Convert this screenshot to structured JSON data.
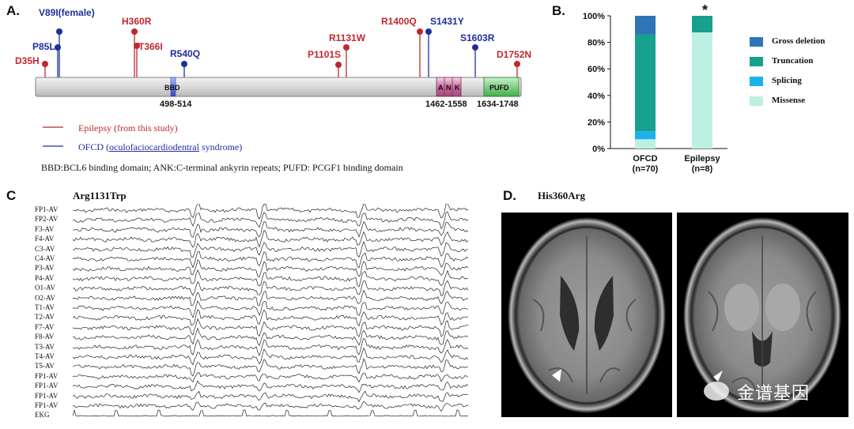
{
  "panel_a": {
    "letter": "A.",
    "mutations_top": [
      {
        "label": "V89I(female)",
        "color": "#1f2f9a"
      },
      {
        "label": "H360R",
        "color": "#c0282d"
      },
      {
        "label": "R1400Q",
        "color": "#c0282d"
      },
      {
        "label": "S1431Y",
        "color": "#1f2f9a"
      },
      {
        "label": "P85L",
        "color": "#1f2f9a"
      },
      {
        "label": "T366I",
        "color": "#c0282d"
      },
      {
        "label": "R1131W",
        "color": "#c0282d"
      },
      {
        "label": "S1603R",
        "color": "#1f2f9a"
      },
      {
        "label": "D35H",
        "color": "#c0282d"
      },
      {
        "label": "R540Q",
        "color": "#1f2f9a"
      },
      {
        "label": "P1101S",
        "color": "#c0282d"
      },
      {
        "label": "D1752N",
        "color": "#c0282d"
      }
    ],
    "domains": {
      "bbd": "BBD",
      "ank_a": "A",
      "ank_n": "N",
      "ank_k": "K",
      "pufd": "PUFD"
    },
    "ranges": {
      "bbd": "498-514",
      "ank": "1462-1558",
      "pufd": "1634-1748"
    },
    "legend": {
      "epilepsy": "Epilepsy (from this study)",
      "ofcd_prefix": "OFCD (",
      "ofcd_link": "oculofaciocardiodentral",
      "ofcd_suffix": " syndrome)"
    },
    "footnote": "BBD:BCL6 binding domain; ANK:C-terminal ankyrin repeats; PUFD: PCGF1 binding domain",
    "colors": {
      "epilepsy": "#c0282d",
      "ofcd": "#1f2f9a"
    }
  },
  "panel_b": {
    "letter": "B.",
    "asterisk": "*",
    "legend": [
      "Gross deletion",
      "Truncation",
      "Splicing",
      "Missense"
    ],
    "colors": {
      "Gross deletion": "#2e75b6",
      "Truncation": "#17a08e",
      "Splicing": "#1ab2ea",
      "Missense": "#bdf0e2"
    },
    "chart_data": {
      "type": "bar",
      "stacked": true,
      "categories": [
        "OFCD\n(n=70)",
        "Epilepsy\n(n=8)"
      ],
      "category_lines": [
        [
          "OFCD",
          "(n=70)"
        ],
        [
          "Epilepsy",
          "(n=8)"
        ]
      ],
      "yticks": [
        "0%",
        "20%",
        "40%",
        "60%",
        "80%",
        "100%"
      ],
      "ylim": [
        0,
        100
      ],
      "series": [
        {
          "name": "Missense",
          "values": [
            7,
            87.5
          ]
        },
        {
          "name": "Splicing",
          "values": [
            6,
            0
          ]
        },
        {
          "name": "Truncation",
          "values": [
            73,
            12.5
          ]
        },
        {
          "name": "Gross deletion",
          "values": [
            14,
            0
          ]
        }
      ]
    }
  },
  "panel_c": {
    "letter": "C",
    "title": "Arg1131Trp",
    "channels": [
      "FP1-AV",
      "FP2-AV",
      "F3-AV",
      "F4-AV",
      "C3-AV",
      "C4-AV",
      "P3-AV",
      "P4-AV",
      "O1-AV",
      "O2-AV",
      "T1-AV",
      "T2-AV",
      "F7-AV",
      "F8-AV",
      "T3-AV",
      "T4-AV",
      "T5-AV",
      "FP1-AV",
      "FP1-AV",
      "FP1-AV",
      "FP1-AV",
      "EKG"
    ]
  },
  "panel_d": {
    "letter": "D.",
    "title": "His360Arg",
    "watermark": "金谱基因"
  }
}
